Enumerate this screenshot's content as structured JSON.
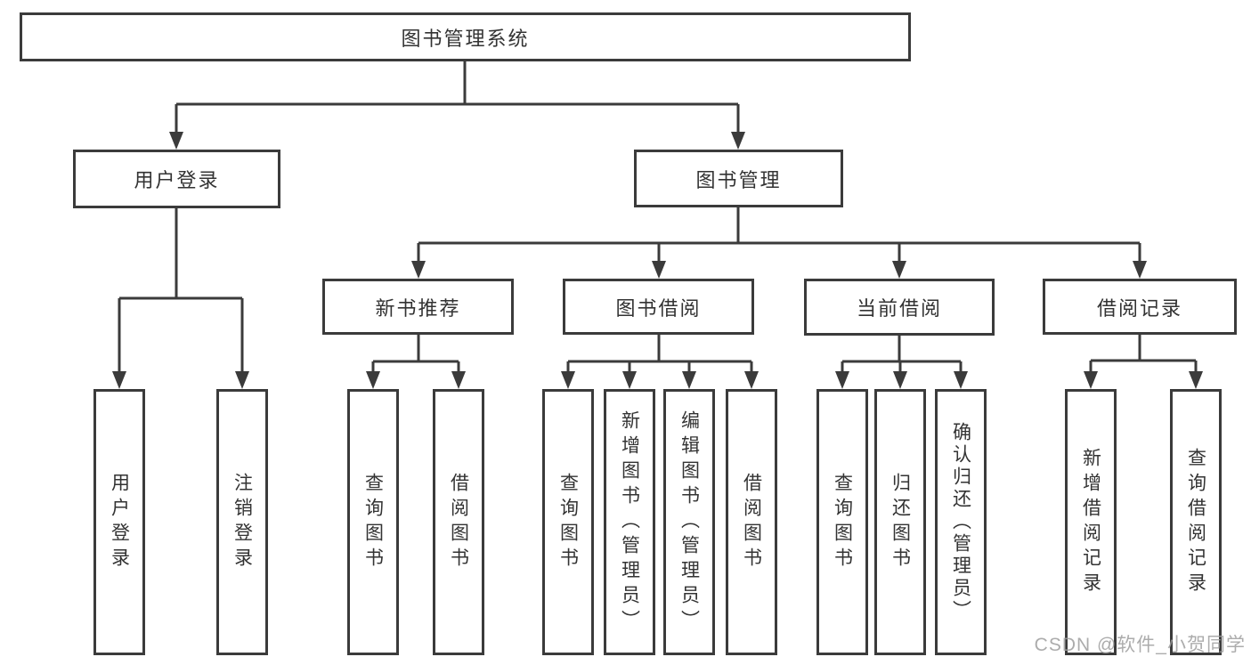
{
  "diagram": {
    "root": "图书管理系统",
    "level2": {
      "user_login": "用户登录",
      "book_management": "图书管理"
    },
    "level3": {
      "new_book_recommend": "新书推荐",
      "book_borrowing": "图书借阅",
      "current_borrowing": "当前借阅",
      "borrowing_records": "借阅记录"
    },
    "leaves": {
      "user_login": "用户登录",
      "logout": "注销登录",
      "recommend_query_books": "查询图书",
      "recommend_borrow_books": "借阅图书",
      "borrowing_query_books": "查询图书",
      "borrowing_add_books_admin": "新增图书（管理员）",
      "borrowing_edit_books_admin": "编辑图书（管理员）",
      "borrowing_borrow_books": "借阅图书",
      "current_query_books": "查询图书",
      "current_return_books": "归还图书",
      "current_confirm_return_admin": "确认归还（管理员）",
      "records_add_borrow_record": "新增借阅记录",
      "records_query_borrow_record": "查询借阅记录"
    }
  },
  "watermark": "CSDN @软件_小贺同学",
  "colors": {
    "line": "#3b3b3b",
    "text": "#333333",
    "watermark": "#9e9e9e",
    "background": "#ffffff"
  }
}
